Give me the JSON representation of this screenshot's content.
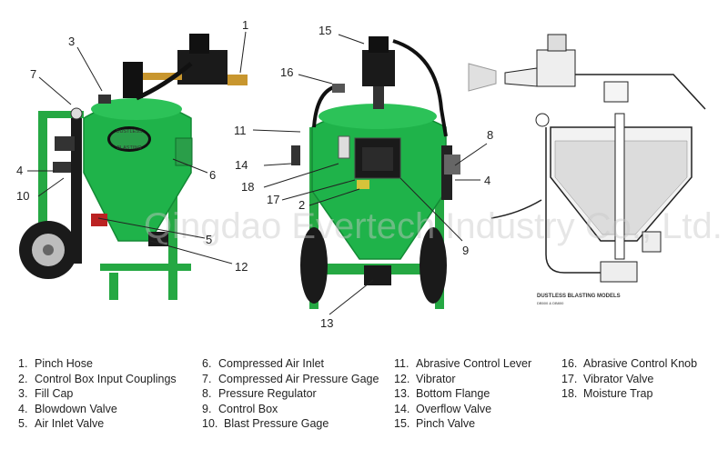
{
  "colors": {
    "machine_green": "#1fb34a",
    "frame_green": "#25a843",
    "black": "#151515",
    "brass": "#c8962e"
  },
  "watermark": "Qingdao Evertech Industry Co., Ltd.",
  "schematic": {
    "caption": "DUSTLESS BLASTING MODELS",
    "sub_caption": "DB500 & DB800",
    "badge_top": "DUSTLESS",
    "badge_bottom": "BLASTING"
  },
  "callouts": {
    "left": [
      "1",
      "3",
      "7",
      "6",
      "4",
      "10",
      "5",
      "12"
    ],
    "middle": [
      "15",
      "16",
      "11",
      "8",
      "14",
      "18",
      "17",
      "2",
      "4",
      "9",
      "13"
    ]
  },
  "legend": [
    [
      {
        "n": "1.",
        "t": "Pinch Hose"
      },
      {
        "n": "2.",
        "t": "Control Box Input Couplings"
      },
      {
        "n": "3.",
        "t": "Fill Cap"
      },
      {
        "n": "4.",
        "t": "Blowdown Valve"
      },
      {
        "n": "5.",
        "t": "Air Inlet Valve"
      }
    ],
    [
      {
        "n": "6.",
        "t": "Compressed Air Inlet"
      },
      {
        "n": "7.",
        "t": "Compressed Air Pressure Gage"
      },
      {
        "n": "8.",
        "t": "Pressure Regulator"
      },
      {
        "n": "9.",
        "t": "Control Box"
      },
      {
        "n": "10.",
        "t": "Blast Pressure Gage"
      }
    ],
    [
      {
        "n": "11.",
        "t": "Abrasive Control Lever"
      },
      {
        "n": "12.",
        "t": "Vibrator"
      },
      {
        "n": "13.",
        "t": "Bottom Flange"
      },
      {
        "n": "14.",
        "t": "Overflow Valve"
      },
      {
        "n": "15.",
        "t": "Pinch Valve"
      }
    ],
    [
      {
        "n": "16.",
        "t": "Abrasive Control Knob"
      },
      {
        "n": "17.",
        "t": "Vibrator Valve"
      },
      {
        "n": "18.",
        "t": "Moisture Trap"
      }
    ]
  ]
}
